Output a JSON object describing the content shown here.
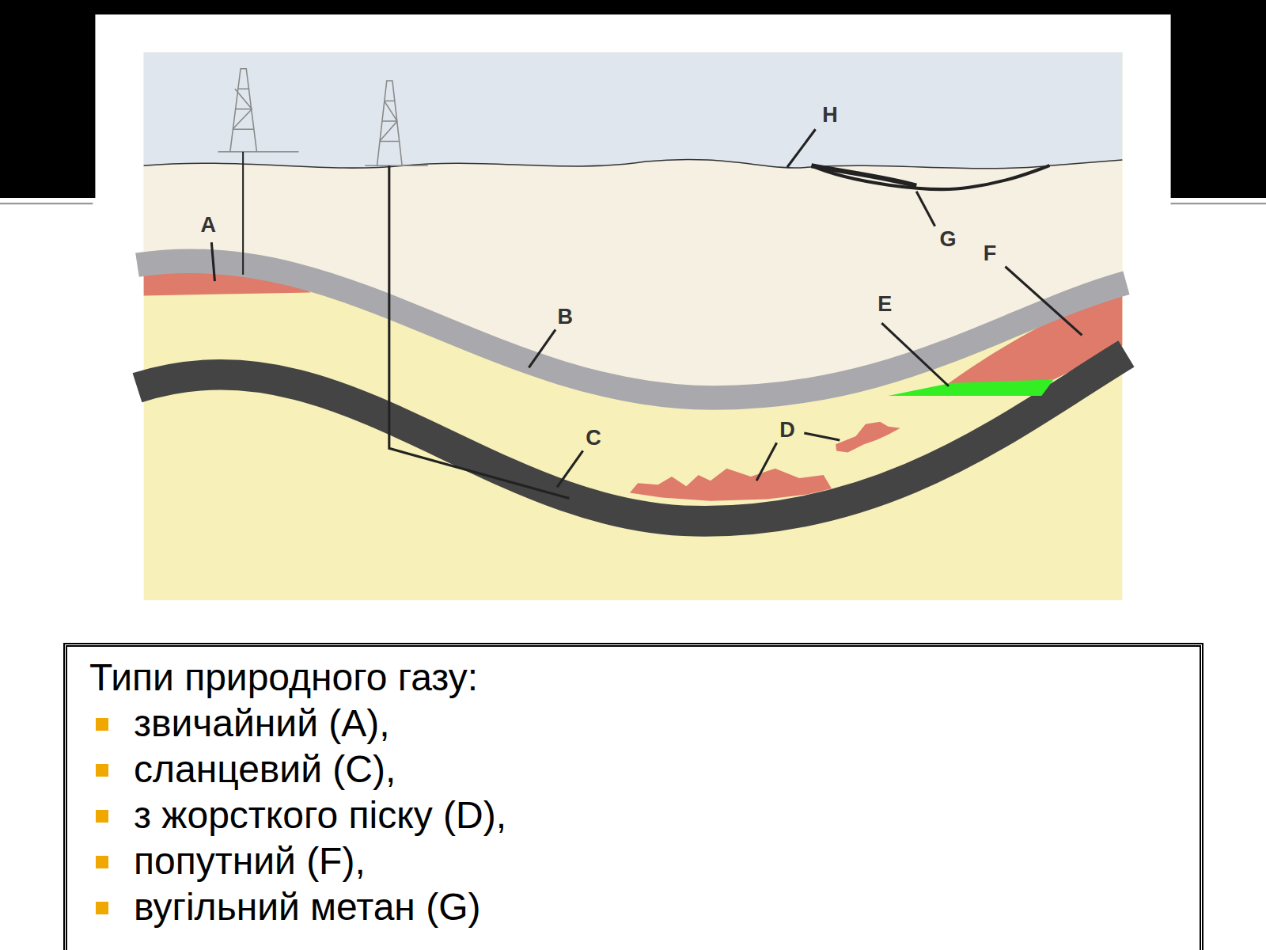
{
  "diagram": {
    "nodes": [
      {
        "text": [
          "Типи природного газу:",
          "звичайний (A),",
          "сланцевий (C),",
          "з жорсткого піску (D),",
          "попутний (F),",
          "вугільний метан (G)"
        ]
      }
    ],
    "labels": [
      "A",
      "B",
      "C",
      "D",
      "E",
      "F",
      "G",
      "H"
    ]
  }
}
